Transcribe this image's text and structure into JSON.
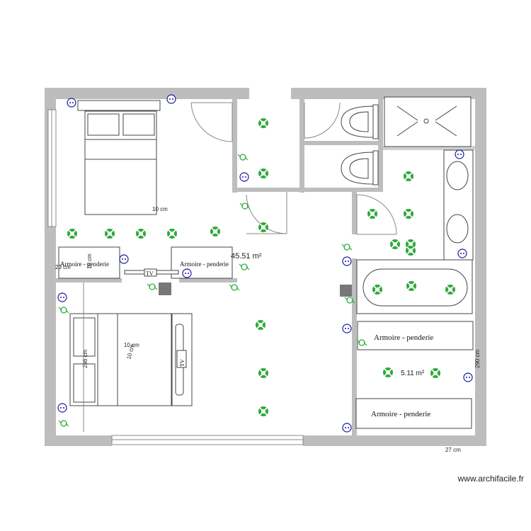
{
  "plan": {
    "areas": {
      "main": "45.51 m²",
      "small": "5.11 m²"
    },
    "wardrobe_labels": {
      "bedroom_left": "Armoire - penderie",
      "bedroom_right": "Armoire - penderie",
      "dressing_top": "Armoire - penderie",
      "dressing_bottom": "Armoire - penderie"
    },
    "tv_labels": {
      "upper": "TV",
      "lower": "TV"
    },
    "dimensions": {
      "d1": "10 cm",
      "d2": "23 cm",
      "d3": "10 cm",
      "d4": "10 cm",
      "d5": "298 cm",
      "d6": "10 cm",
      "d7": "290 cm",
      "d8": "27 cm"
    }
  },
  "footer": {
    "watermark": "www.archifacile.fr"
  },
  "colors": {
    "wall": "#bdbdbd",
    "light": "#2eaa3a",
    "socket": "#1a1aa0",
    "line": "#555555"
  }
}
